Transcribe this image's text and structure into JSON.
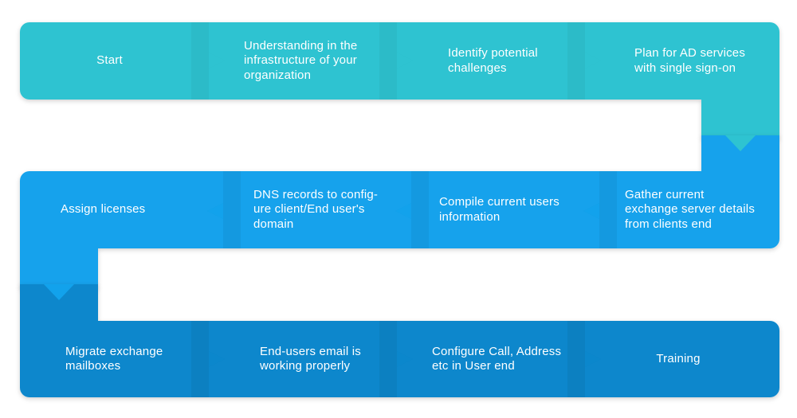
{
  "colors": {
    "row1": "#2ec3d1",
    "row2": "#12a2ec",
    "row3": "#0b87cc",
    "text": "#ffffff"
  },
  "rows": [
    {
      "steps": [
        {
          "label": "Start"
        },
        {
          "label": "Understanding in the\ninfrastructure of your\norganization"
        },
        {
          "label": "Identify potential\nchallenges"
        },
        {
          "label": "Plan for AD services\nwith single sign-on"
        }
      ]
    },
    {
      "steps": [
        {
          "label": "Gather current\nexchange server details\nfrom clients end"
        },
        {
          "label": "Compile current users\ninformation"
        },
        {
          "label": "DNS records to config-\nure  client/End user's\ndomain"
        },
        {
          "label": "Assign licenses"
        }
      ]
    },
    {
      "steps": [
        {
          "label": "Migrate exchange\nmailboxes"
        },
        {
          "label": "End-users email is\nworking properly"
        },
        {
          "label": "Configure Call, Address\netc in User end"
        },
        {
          "label": "Training"
        }
      ]
    }
  ]
}
